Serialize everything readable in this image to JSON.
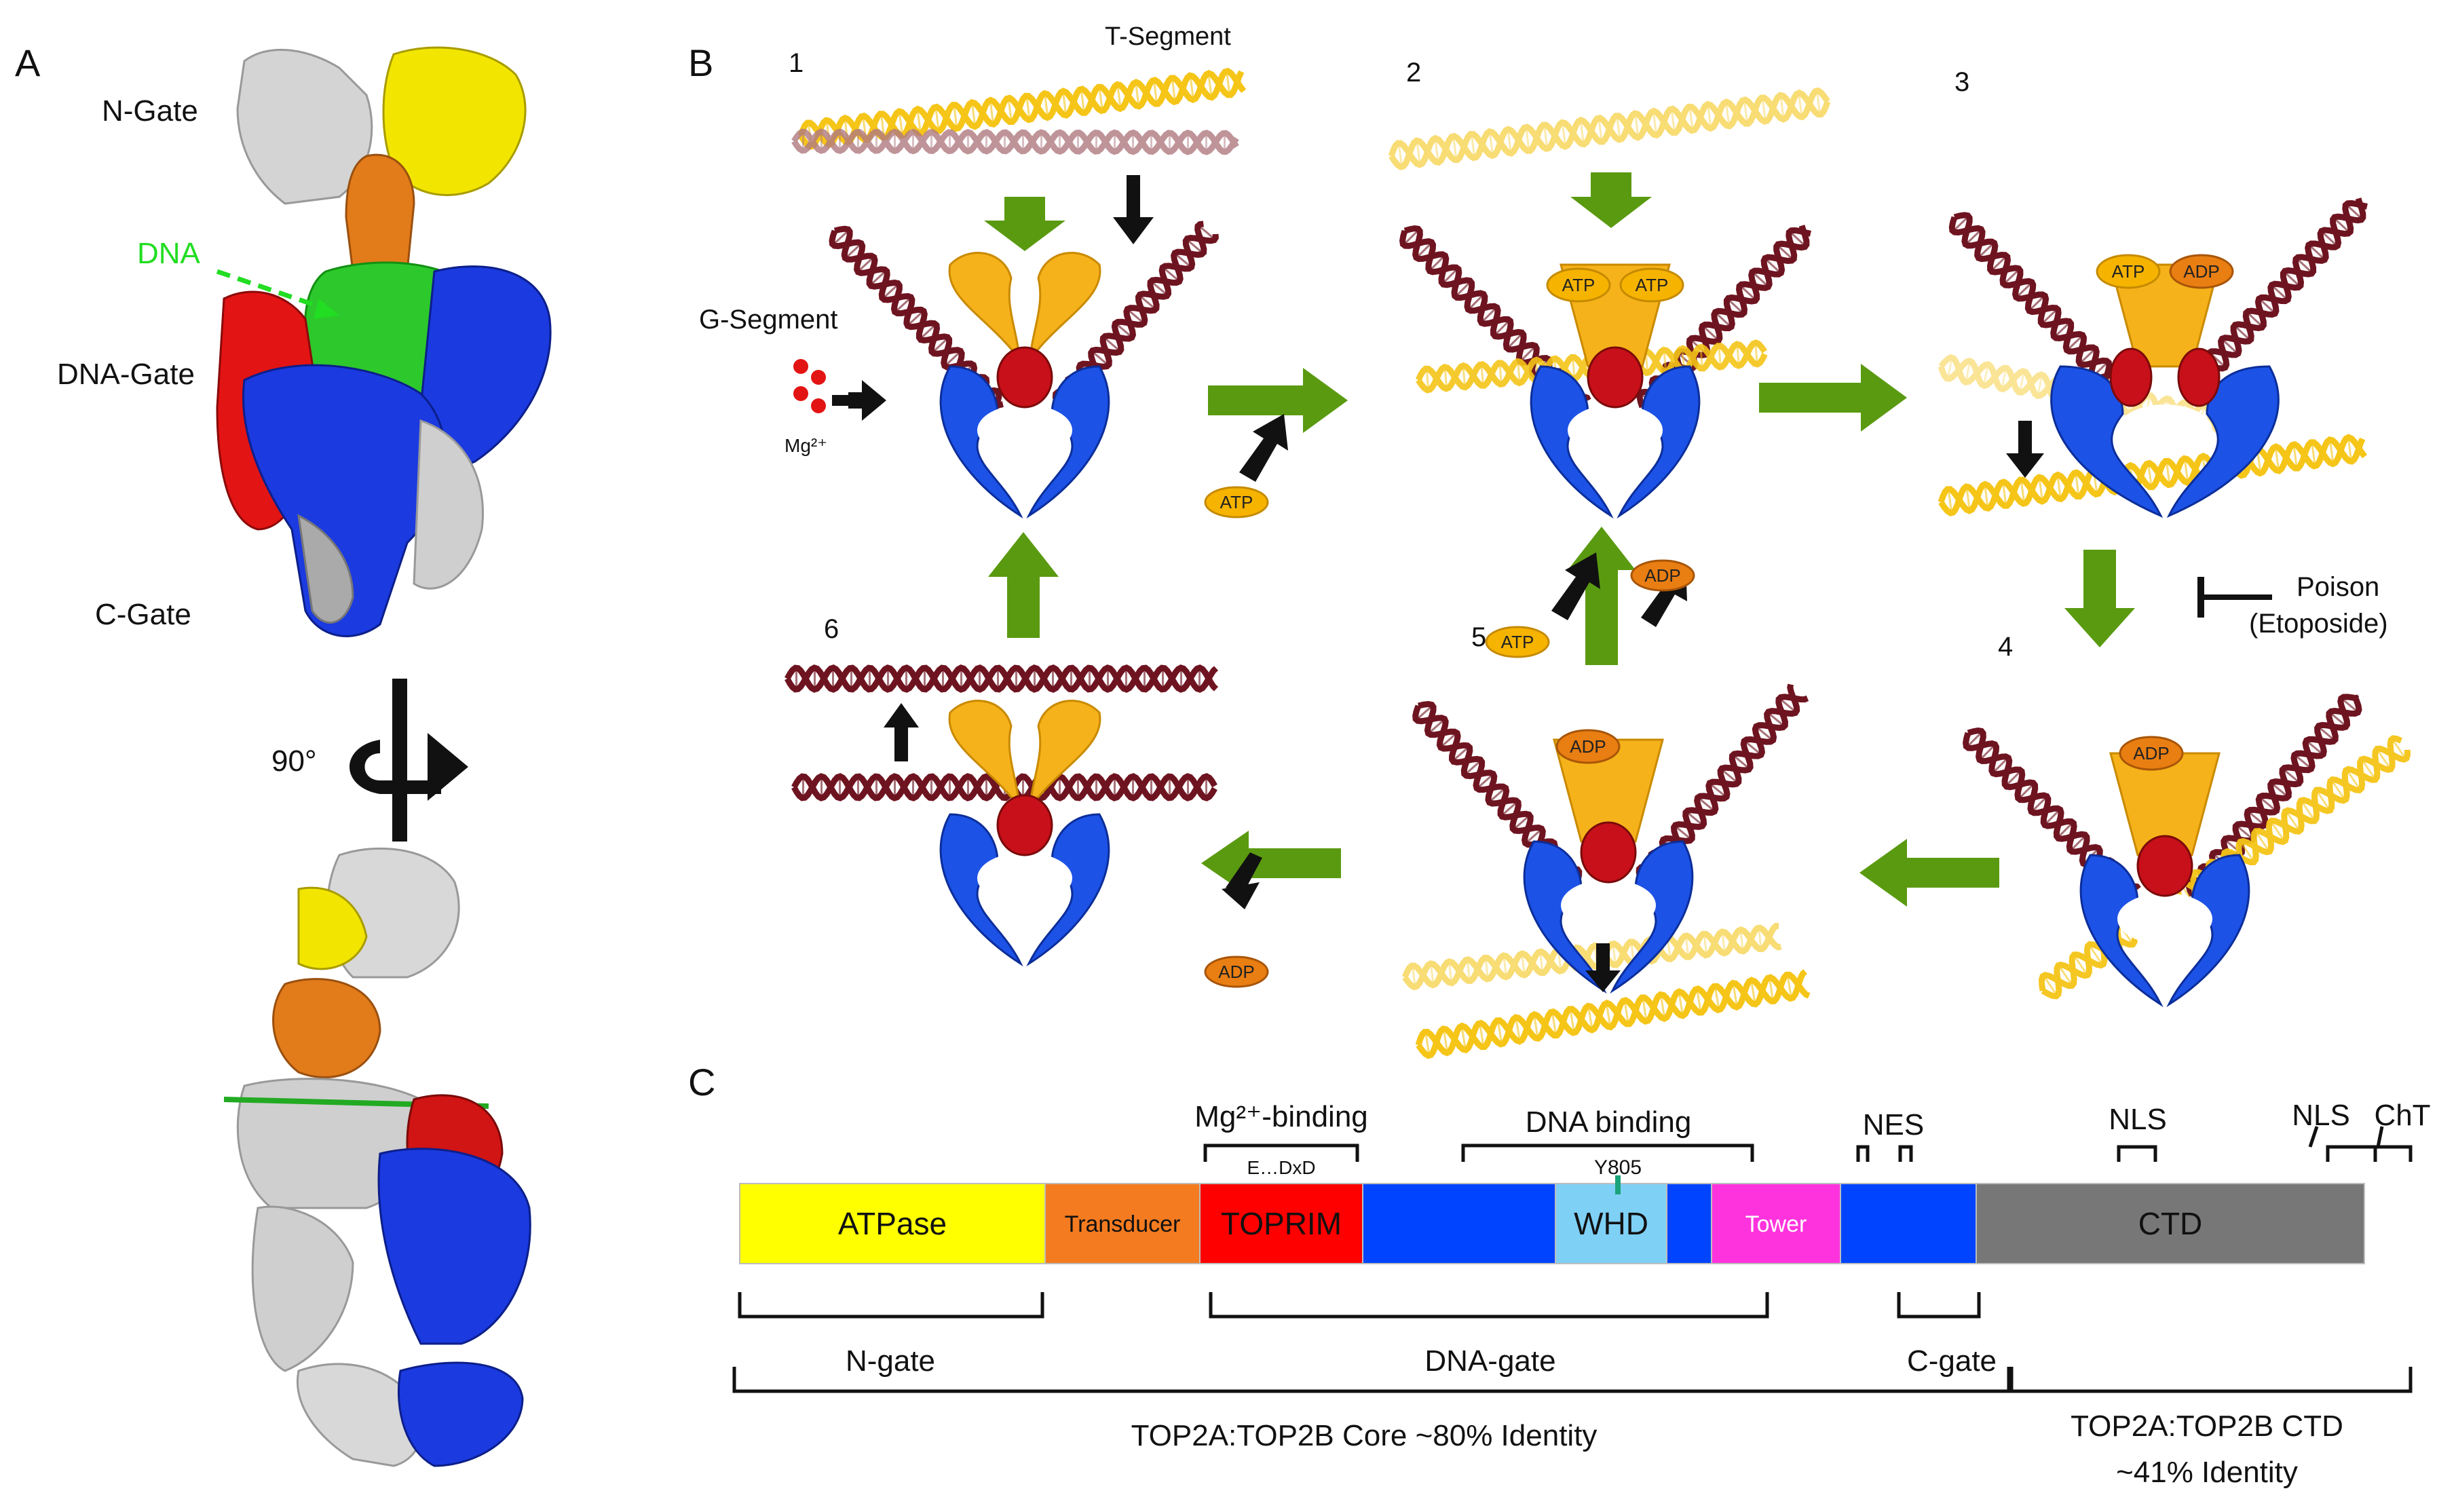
{
  "panelA": {
    "letter": "A",
    "labels": {
      "n_gate": "N-Gate",
      "dna": "DNA",
      "dna_gate": "DNA-Gate",
      "c_gate": "C-Gate",
      "rotation": "90°"
    }
  },
  "panelB": {
    "letter": "B",
    "steps": [
      "1",
      "2",
      "3",
      "4",
      "5",
      "6"
    ],
    "labels": {
      "t_segment": "T-Segment",
      "g_segment": "G-Segment",
      "mg": "Mg²⁺",
      "poison": "Poison",
      "etoposide": "(Etoposide)"
    },
    "pills": {
      "atp": "ATP",
      "adp": "ADP"
    }
  },
  "panelC": {
    "letter": "C",
    "top_labels": {
      "mg_binding": "Mg²⁺-binding",
      "motif": "E…DxD",
      "dna_binding": "DNA binding",
      "y805": "Y805",
      "nes": "NES",
      "nls1": "NLS",
      "nls2": "NLS",
      "cht": "ChT"
    },
    "domains": [
      {
        "name": "ATPase",
        "color": "#ffff00"
      },
      {
        "name": "Transducer",
        "color": "#f47b20"
      },
      {
        "name": "TOPRIM",
        "color": "#ff0000"
      },
      {
        "name": "",
        "color": "#0044ff"
      },
      {
        "name": "WHD",
        "color": "#7fd0f5"
      },
      {
        "name": "",
        "color": "#0044ff"
      },
      {
        "name": "Tower",
        "color": "#ff33dd"
      },
      {
        "name": "",
        "color": "#0044ff"
      },
      {
        "name": "CTD",
        "color": "#777777"
      }
    ],
    "bottom_labels": {
      "n_gate": "N-gate",
      "dna_gate": "DNA-gate",
      "c_gate": "C-gate",
      "core_identity": "TOP2A:TOP2B Core ~80% Identity",
      "ctd_identity_1": "TOP2A:TOP2B CTD",
      "ctd_identity_2": "~41% Identity"
    }
  },
  "colors": {
    "dna_dark": "#6e1420",
    "dna_yellow": "#f5c518",
    "arrow_green": "#5a9a10",
    "enzyme_blue": "#1c52e6",
    "enzyme_red": "#c8101a",
    "enzyme_orange": "#f6b21a",
    "pill_atp": "#f6b400",
    "pill_adp": "#e97e12"
  }
}
